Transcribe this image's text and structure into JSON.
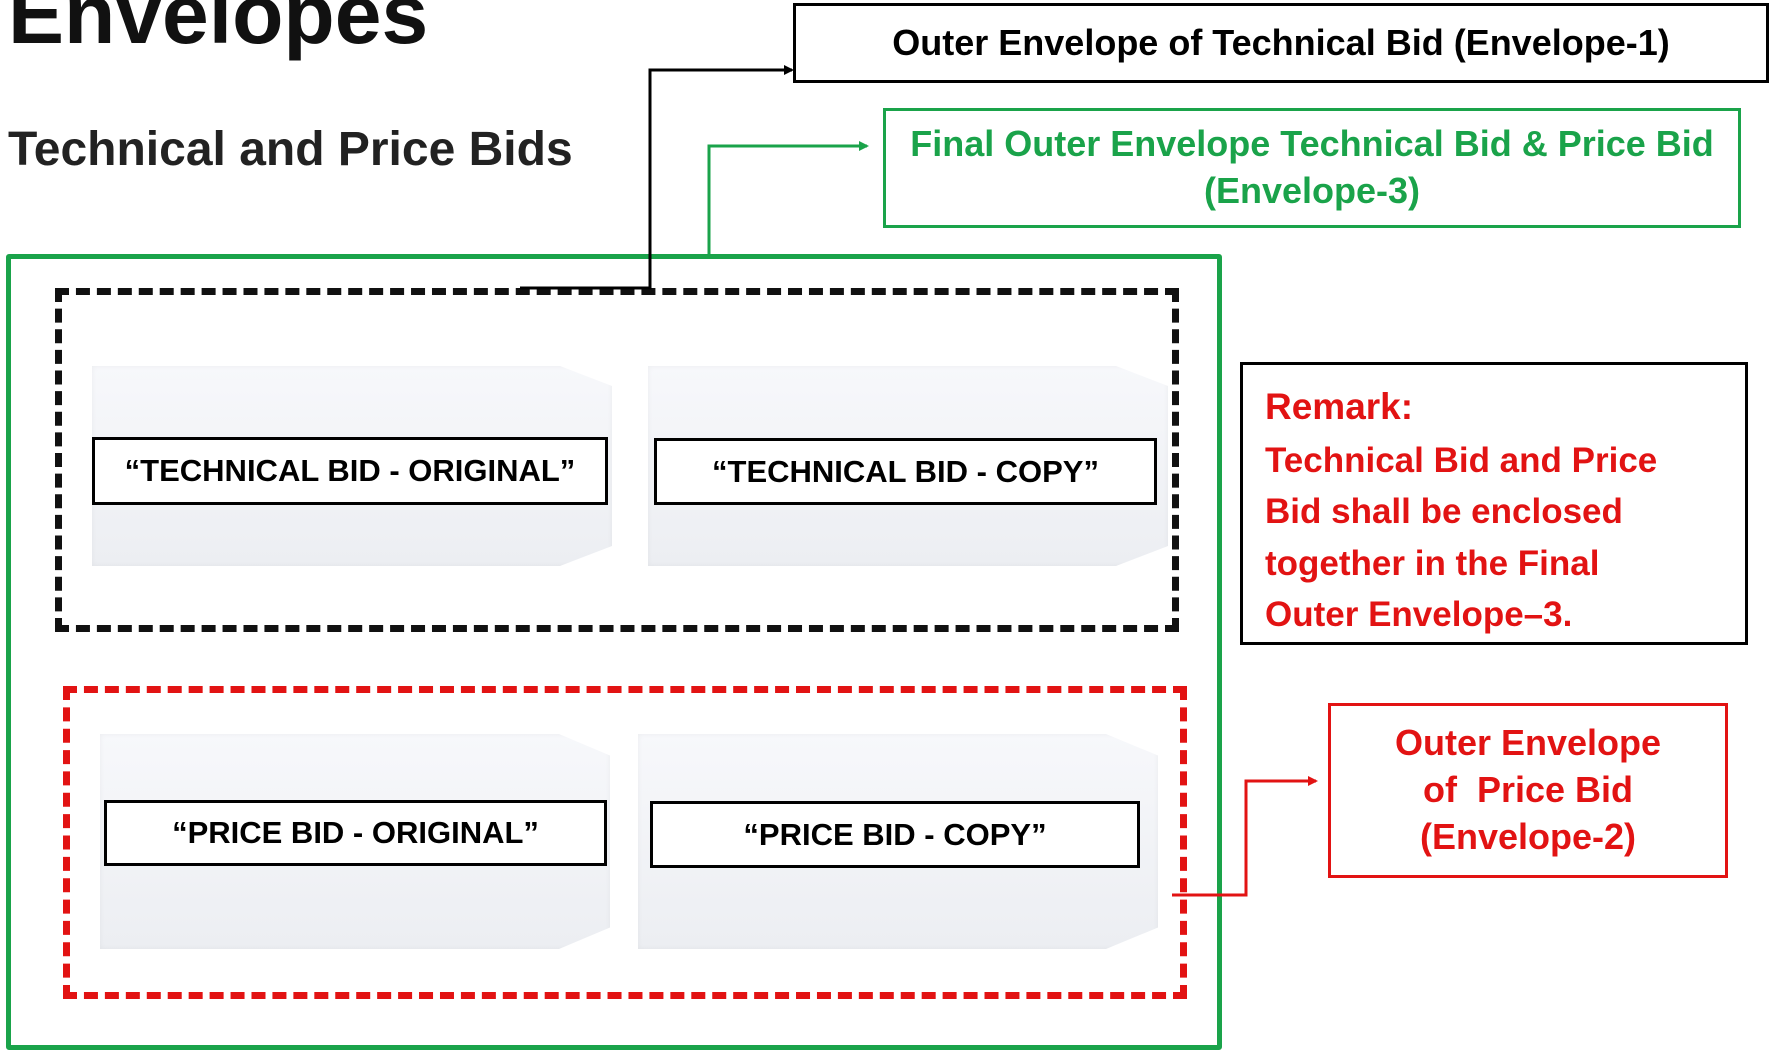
{
  "header": {
    "title": "Envelopes",
    "subtitle": "Technical and Price Bids"
  },
  "callouts": {
    "envelope_1": "Outer Envelope of Technical Bid (Envelope-1)",
    "envelope_3_line1": "Final Outer Envelope Technical Bid & Price Bid",
    "envelope_3_line2": "(Envelope-3)",
    "envelope_2_line1": "Outer Envelope",
    "envelope_2_line2": "of  Price Bid",
    "envelope_2_line3": "(Envelope-2)"
  },
  "remark": {
    "title": "Remark:",
    "text": "Technical Bid and Price Bid shall be enclosed together in the Final Outer Envelope–3."
  },
  "envelopes": {
    "technical_original": "“TECHNICAL BID - ORIGINAL”",
    "technical_copy": "“TECHNICAL BID - COPY”",
    "price_original": "“PRICE BID - ORIGINAL”",
    "price_copy": "“PRICE BID - COPY”"
  },
  "colors": {
    "green": "#1aa34a",
    "red": "#e21313",
    "black": "#000000"
  }
}
